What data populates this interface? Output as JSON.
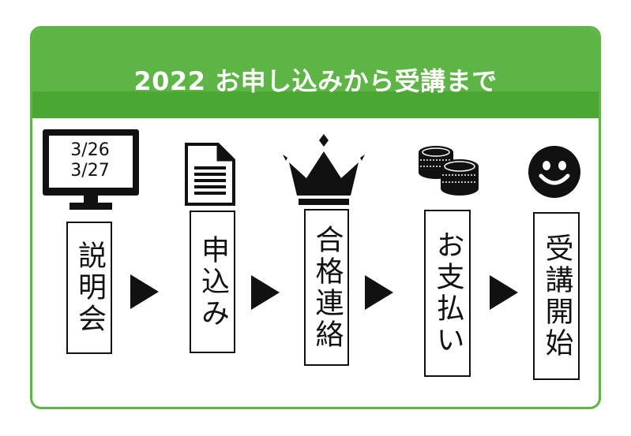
{
  "title": "2022 お申し込みから受講まで",
  "monitor": {
    "line1": "3/26",
    "line2": "3/27"
  },
  "steps": [
    {
      "label": "説明会",
      "icon": "monitor-icon"
    },
    {
      "label": "申込み",
      "icon": "document-icon"
    },
    {
      "label": "合格連絡",
      "icon": "crown-icon"
    },
    {
      "label": "お支払い",
      "icon": "coins-icon"
    },
    {
      "label": "受講開始",
      "icon": "smiley-face-icon"
    }
  ],
  "colors": {
    "header_green": "#5cb544",
    "border_green": "#5cb544",
    "ink": "#111111"
  }
}
